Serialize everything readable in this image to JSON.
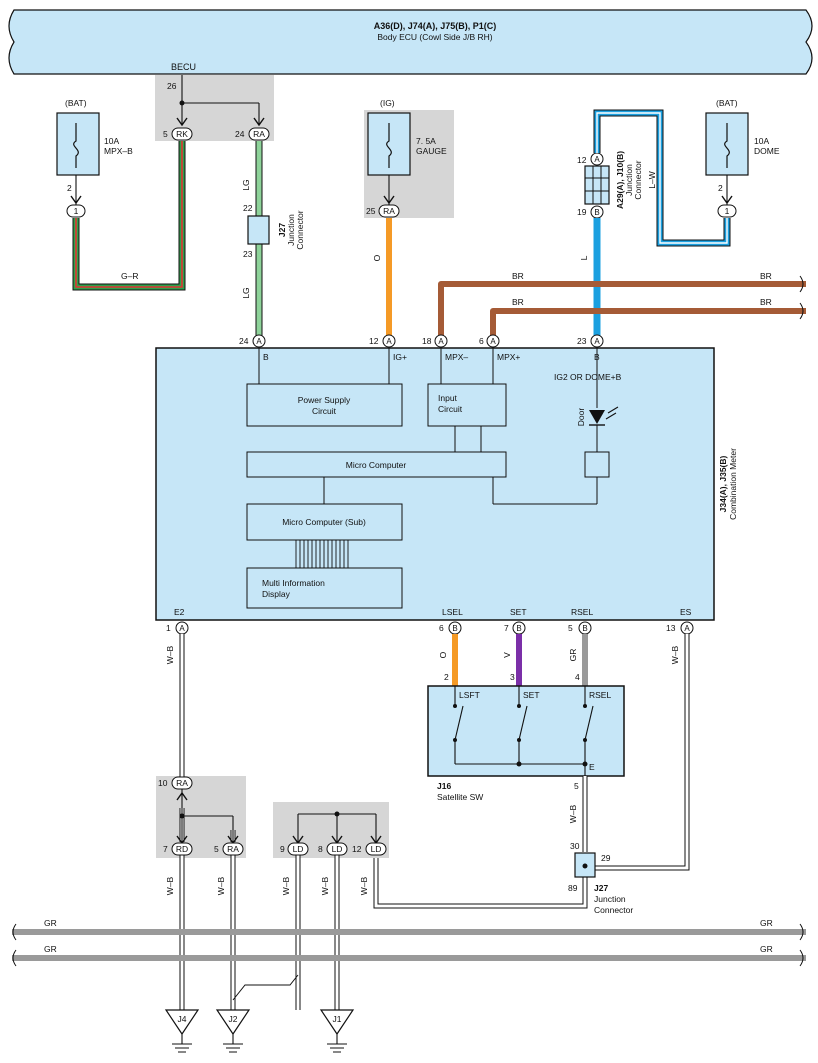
{
  "body_ecu": {
    "title": "A36(D), J74(A), J75(B), P1(C)",
    "subtitle": "Body ECU (Cowl Side J/B RH)",
    "becu_label": "BECU",
    "becu_pin": "26"
  },
  "fuse_mpxb": {
    "source": "(BAT)",
    "rating": "10A",
    "name": "MPX–B",
    "pin_top": "2",
    "pin_bottom": "1"
  },
  "fuse_gauge": {
    "source": "(IG)",
    "rating": "7. 5A",
    "name": "GAUGE",
    "pin": "25",
    "conn": "RA"
  },
  "fuse_dome": {
    "source": "(BAT)",
    "rating": "10A",
    "name": "DOME",
    "pin_top": "2",
    "pin_bottom": "1"
  },
  "ecu_pins": [
    {
      "num": "5",
      "conn": "RK"
    },
    {
      "num": "24",
      "conn": "RA"
    }
  ],
  "j27_top": {
    "id": "J27",
    "line1": "Junction",
    "line2": "Connector",
    "pin_in": "22",
    "pin_out": "23"
  },
  "a29": {
    "id": "A29(A), J10(B)",
    "line1": "Junction",
    "line2": "Connector",
    "pin_top": "12",
    "pin_top_conn": "A",
    "pin_bottom": "19",
    "pin_bottom_conn": "B"
  },
  "wire_colors": {
    "gr_lbl": "G–R",
    "lg": "LG",
    "o": "O",
    "l": "L",
    "lw": "L–W",
    "br": "BR",
    "wb": "W–B",
    "v": "V",
    "gr": "GR"
  },
  "meter": {
    "id": "J34(A), J35(B)",
    "name": "Combination Meter",
    "top_pins": [
      {
        "num": "24",
        "conn": "A",
        "label": "B"
      },
      {
        "num": "12",
        "conn": "A",
        "label": "IG+"
      },
      {
        "num": "18",
        "conn": "A",
        "label": "MPX–"
      },
      {
        "num": "6",
        "conn": "A",
        "label": "MPX+"
      },
      {
        "num": "23",
        "conn": "A",
        "label": "B"
      }
    ],
    "bottom_pins": [
      {
        "num": "1",
        "conn": "A",
        "label": "E2"
      },
      {
        "num": "6",
        "conn": "B",
        "label": "LSEL"
      },
      {
        "num": "7",
        "conn": "B",
        "label": "SET"
      },
      {
        "num": "5",
        "conn": "B",
        "label": "RSEL"
      },
      {
        "num": "13",
        "conn": "A",
        "label": "ES"
      }
    ],
    "blocks": {
      "power_supply": [
        "Power Supply",
        "Circuit"
      ],
      "input": [
        "Input",
        "Circuit"
      ],
      "micro": "Micro Computer",
      "micro_sub": "Micro Computer (Sub)",
      "mid": [
        "Multi Information",
        "Display"
      ],
      "ig2": "IG2 OR DOME+B",
      "door": "Door"
    }
  },
  "satellite": {
    "id": "J16",
    "name": "Satellite SW",
    "pins": [
      {
        "num": "2",
        "label": "LSFT"
      },
      {
        "num": "3",
        "label": "SET"
      },
      {
        "num": "4",
        "label": "RSEL"
      }
    ],
    "e_label": "E",
    "e_pin": "5"
  },
  "j27_bottom": {
    "id": "J27",
    "line1": "Junction",
    "line2": "Connector",
    "pin_in": "30",
    "pin_side": "29",
    "pin_out": "89"
  },
  "joint_ra": {
    "pin": "10",
    "conn": "RA"
  },
  "joint_pins": [
    {
      "num": "7",
      "conn": "RD"
    },
    {
      "num": "5",
      "conn": "RA"
    },
    {
      "num": "9",
      "conn": "LD"
    },
    {
      "num": "8",
      "conn": "LD"
    },
    {
      "num": "12",
      "conn": "LD"
    }
  ],
  "grounds": [
    "J4",
    "J2",
    "J1"
  ],
  "colors": {
    "lg": "#8ed39a",
    "o": "#f59a26",
    "l": "#1ba0e0",
    "br": "#a55b36",
    "v": "#7b2fa8",
    "gr": "#9a9a9a",
    "green": "#2fa04c",
    "red": "#e23434",
    "box": "#c6e6f7",
    "grey_block": "#d6d6d6"
  }
}
